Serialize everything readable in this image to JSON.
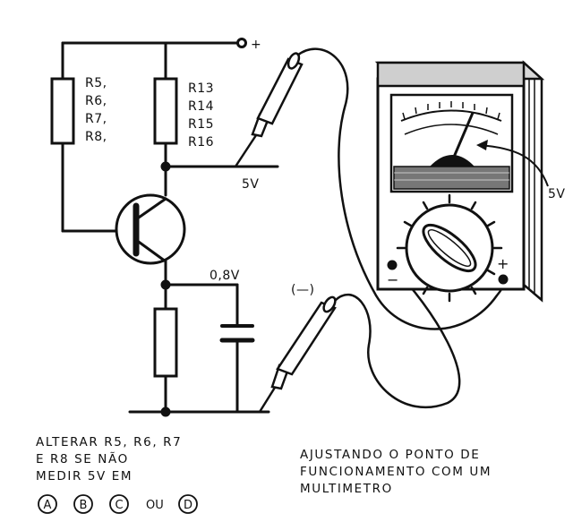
{
  "circuit": {
    "plus_sign": "+",
    "r_left": [
      "R5,",
      "R6,",
      "R7,",
      "R8,"
    ],
    "r_right": [
      "R13",
      "R14",
      "R15",
      "R16"
    ],
    "v_collector": "5V",
    "v_emitter": "0,8V",
    "neg_probe": "(—)"
  },
  "meter": {
    "reading": "5V",
    "neg_terminal": "−",
    "pos_terminal": "+"
  },
  "caption_left": {
    "lines": [
      "ALTERAR  R5, R6, R7",
      "E  R8  SE  NÃO",
      "MEDIR  5V  EM"
    ],
    "options": [
      "A",
      "B",
      "C",
      "D"
    ],
    "ou": "OU"
  },
  "caption_right": {
    "lines": [
      "AJUSTANDO  O   PONTO  DE",
      "FUNCIONAMENTO  COM  UM",
      "MULTIMETRO"
    ]
  }
}
